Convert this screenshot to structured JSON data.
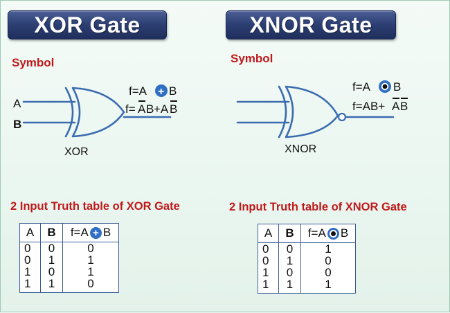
{
  "xor": {
    "title": "XOR Gate",
    "symbol_label": "Symbol",
    "input_a": "A",
    "input_b": "B",
    "gate_label": "XOR",
    "expr1": {
      "lhs": "f=A",
      "op": "+",
      "rhs": "B"
    },
    "expr2": {
      "prefix": "f=",
      "a1": "A",
      "b1": "B",
      "plus": "+A",
      "b2": "B"
    },
    "table_title": "2 Input Truth table of XOR Gate",
    "table": {
      "headers": [
        "A",
        "B"
      ],
      "out_header": {
        "lhs": "f=A",
        "op": "+",
        "rhs": "B"
      },
      "rows": [
        [
          "0",
          "0",
          "0"
        ],
        [
          "0",
          "1",
          "1"
        ],
        [
          "1",
          "0",
          "1"
        ],
        [
          "1",
          "1",
          "0"
        ]
      ]
    }
  },
  "xnor": {
    "title": "XNOR Gate",
    "symbol_label": "Symbol",
    "gate_label": "XNOR",
    "expr1": {
      "lhs": "f=A",
      "rhs": "B"
    },
    "expr2": {
      "prefix": "f=AB+",
      "a1": "A",
      "b1": "B"
    },
    "table_title": "2 Input Truth table of XNOR Gate",
    "table": {
      "headers": [
        "A",
        "B"
      ],
      "out_header": {
        "lhs": "f=A",
        "rhs": "B"
      },
      "rows": [
        [
          "0",
          "0",
          "1"
        ],
        [
          "0",
          "1",
          "0"
        ],
        [
          "1",
          "0",
          "0"
        ],
        [
          "1",
          "1",
          "1"
        ]
      ]
    }
  },
  "colors": {
    "banner": "#2c3e72",
    "heading_red": "#c0191b",
    "gate_blue": "#3a6bb0",
    "operator_blue": "#2f6fc4"
  }
}
